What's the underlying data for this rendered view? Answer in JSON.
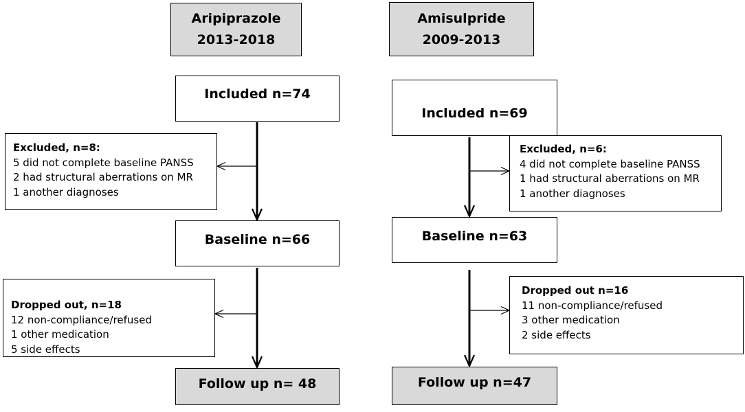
{
  "left": {
    "header": {
      "line1": "Aripiprazole",
      "line2": "2013-2018"
    },
    "included": "Included n=74",
    "excluded": {
      "title": "Excluded, n=8:",
      "lines": [
        "5 did not complete baseline PANSS",
        "2 had structural aberrations on MR",
        "1 another diagnoses"
      ]
    },
    "baseline": "Baseline n=66",
    "dropped": {
      "title": "Dropped out, n=18",
      "lines": [
        "12 non-compliance/refused",
        "1 other medication",
        "5 side effects"
      ]
    },
    "followup": "Follow up n= 48"
  },
  "right": {
    "header": {
      "line1": "Amisulpride",
      "line2": "2009-2013"
    },
    "included": "Included n=69",
    "excluded": {
      "title": "Excluded, n=6:",
      "lines": [
        "4 did not complete baseline PANSS",
        "1 had structural aberrations on MR",
        "1 another diagnoses"
      ]
    },
    "baseline": "Baseline n=63",
    "dropped": {
      "title": "Dropped out n=16",
      "lines": [
        "11 non-compliance/refused",
        "3 other medication",
        "2 side effects"
      ]
    },
    "followup": "Follow up n=47"
  }
}
